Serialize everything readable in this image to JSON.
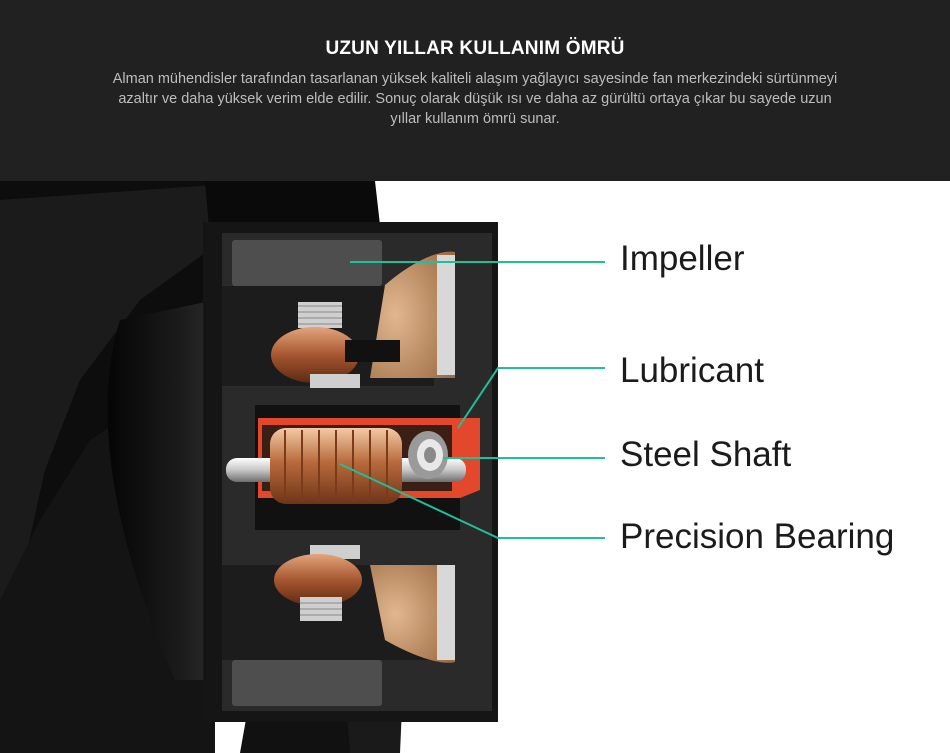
{
  "header": {
    "title": "UZUN YILLAR KULLANIM ÖMRÜ",
    "description": "Alman mühendisler tarafından tasarlanan yüksek kaliteli alaşım yağlayıcı sayesinde fan merkezindeki sürtünmeyi azaltır ve daha yüksek verim elde edilir. Sonuç olarak düşük ısı ve daha az gürültü ortaya çıkar bu sayede uzun yıllar kullanım ömrü sunar."
  },
  "callouts": {
    "impeller": "Impeller",
    "lubricant": "Lubricant",
    "steel_shaft": "Steel Shaft",
    "precision_bearing": "Precision Bearing"
  },
  "colors": {
    "header_bg": "#212121",
    "leader_line": "#1fbf9a",
    "lubricant": "#e4482c",
    "housing": "#151515"
  }
}
